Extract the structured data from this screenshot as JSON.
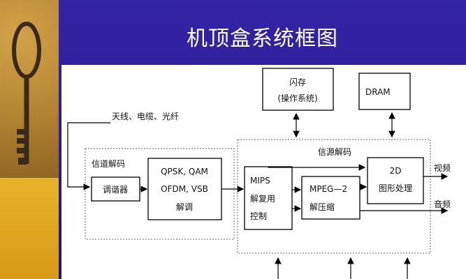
{
  "slide": {
    "title": "机顶盒系统框图"
  },
  "diagram": {
    "input_label": "天线、电缆、光纤",
    "channel_decode_title": "信道解码",
    "tuner": "调谐器",
    "demod_lines": [
      "QPSK, QAM",
      "OFDM, VSB",
      "解调"
    ],
    "source_decode_title": "信源解码",
    "mips_lines": [
      "MIPS",
      "解复用",
      "控制"
    ],
    "mpeg_lines": [
      "MPEG—2",
      "解压缩"
    ],
    "graphics_lines": [
      "2D",
      "图形处理"
    ],
    "flash_lines": [
      "闪存",
      "(操作系统)"
    ],
    "dram": "DRAM",
    "video_out": "视频",
    "audio_out": "音频"
  }
}
